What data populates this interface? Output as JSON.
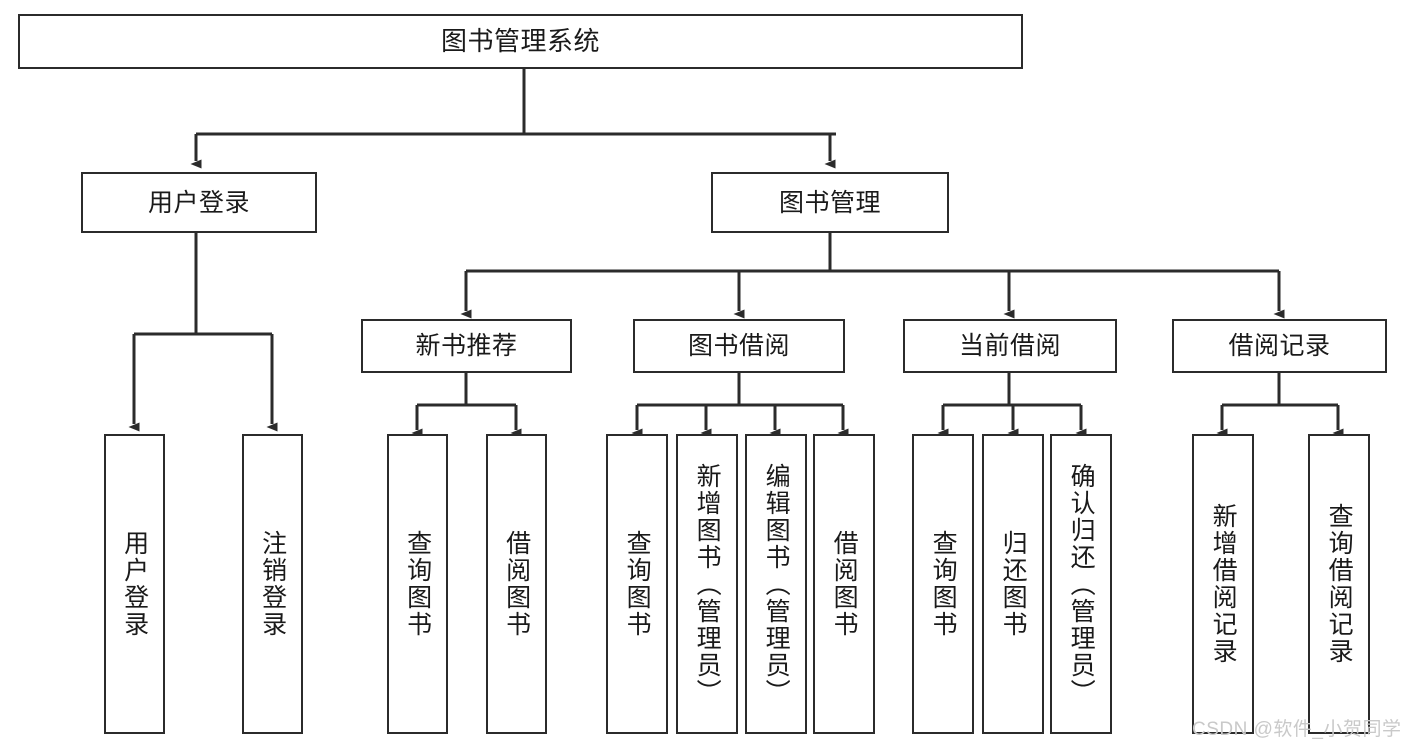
{
  "diagram": {
    "title": "图书管理系统",
    "watermark": "CSDN @软件_小贺同学",
    "stroke_color": "#2b2b2b",
    "background_color": "#ffffff",
    "watermark_color": "#c9c9c9",
    "nodes": {
      "root": "图书管理系统",
      "level1": [
        {
          "id": "user-login",
          "label": "用户登录"
        },
        {
          "id": "book-manage",
          "label": "图书管理"
        }
      ],
      "level2": [
        {
          "id": "new-book-recommend",
          "label": "新书推荐"
        },
        {
          "id": "book-borrow",
          "label": "图书借阅"
        },
        {
          "id": "current-borrow",
          "label": "当前借阅"
        },
        {
          "id": "borrow-record",
          "label": "借阅记录"
        }
      ],
      "leaves": {
        "user_login": [
          {
            "id": "leaf-user-login",
            "label": "用户登录"
          },
          {
            "id": "leaf-logout-login",
            "label": "注销登录"
          }
        ],
        "new_book_recommend": [
          {
            "id": "leaf-query-book-1",
            "label": "查询图书"
          },
          {
            "id": "leaf-borrow-book-1",
            "label": "借阅图书"
          }
        ],
        "book_borrow": [
          {
            "id": "leaf-query-book-2",
            "label": "查询图书"
          },
          {
            "id": "leaf-add-book",
            "label": "新增图书（管理员）"
          },
          {
            "id": "leaf-edit-book",
            "label": "编辑图书（管理员）"
          },
          {
            "id": "leaf-borrow-book-2",
            "label": "借阅图书"
          }
        ],
        "current_borrow": [
          {
            "id": "leaf-query-book-3",
            "label": "查询图书"
          },
          {
            "id": "leaf-return-book",
            "label": "归还图书"
          },
          {
            "id": "leaf-confirm-return",
            "label": "确认归还（管理员）"
          }
        ],
        "borrow_record": [
          {
            "id": "leaf-add-record",
            "label": "新增借阅记录"
          },
          {
            "id": "leaf-query-record",
            "label": "查询借阅记录"
          }
        ]
      }
    }
  }
}
